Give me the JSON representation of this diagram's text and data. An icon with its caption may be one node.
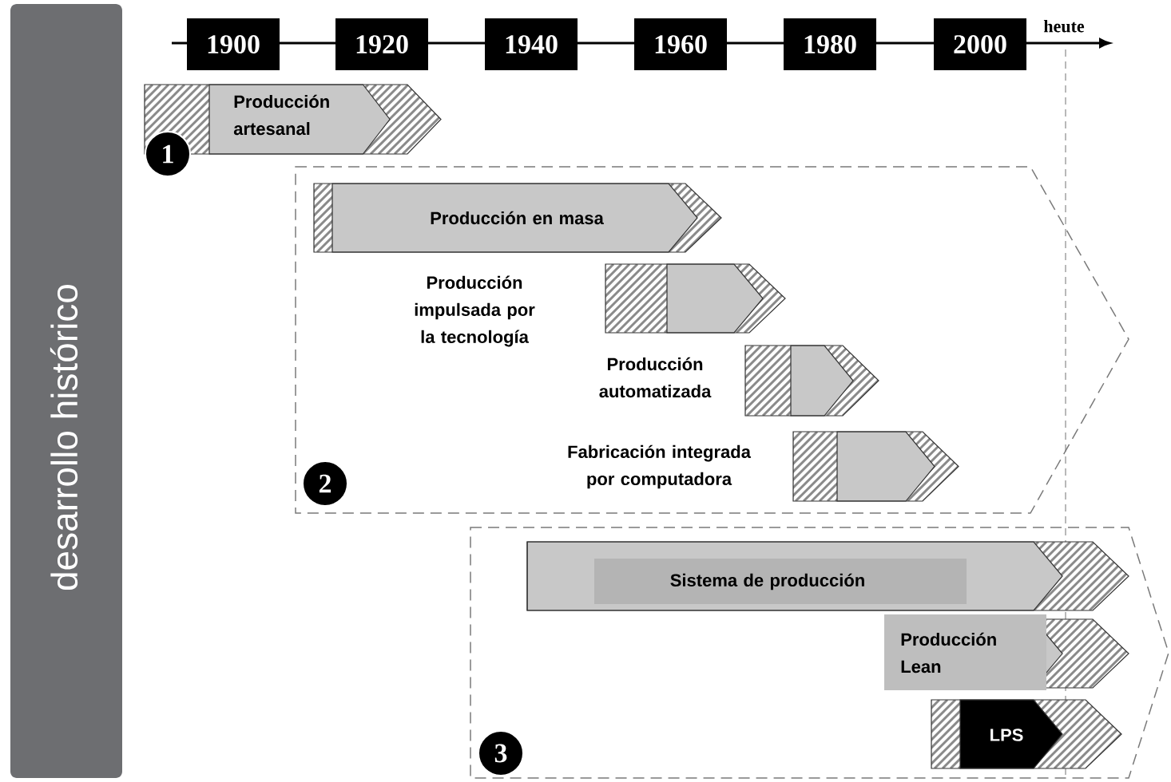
{
  "diagram": {
    "nodes": [
      {
        "text": [
          "desarrollo histórico"
        ]
      },
      {
        "text": [
          "1900"
        ]
      },
      {
        "text": [
          "1920"
        ]
      },
      {
        "text": [
          "1940"
        ]
      },
      {
        "text": [
          "1960"
        ]
      },
      {
        "text": [
          "1980"
        ]
      },
      {
        "text": [
          "2000"
        ]
      },
      {
        "text": [
          "Producción artesanal"
        ]
      },
      {
        "text": [
          "1"
        ]
      },
      {
        "text": [],
        "shape": "chevron"
      },
      {
        "text": [
          "Producción  en masa"
        ],
        "in": 9
      },
      {
        "text": [],
        "shape": "arrow",
        "beside": [
          "Producción impulsada por la tecnología"
        ],
        "in": 9
      },
      {
        "text": [],
        "shape": "arrow",
        "beside": [
          "Producción automatizada"
        ],
        "in": 9
      },
      {
        "text": [],
        "shape": "arrow",
        "beside": [
          "Fabricación integrada por computadora"
        ],
        "in": 9
      },
      {
        "text": [
          "2"
        ],
        "in": 9
      },
      {
        "text": [],
        "shape": "chevron"
      },
      {
        "text": [
          "Sistema de producción"
        ],
        "in": 15
      },
      {
        "text": [
          "Producción Lean"
        ],
        "in": 15
      },
      {
        "text": [
          "LPS"
        ],
        "in": 15
      },
      {
        "text": [
          "3"
        ],
        "in": 15
      }
    ],
    "edges": [],
    "labels": [
      "heute"
    ]
  }
}
